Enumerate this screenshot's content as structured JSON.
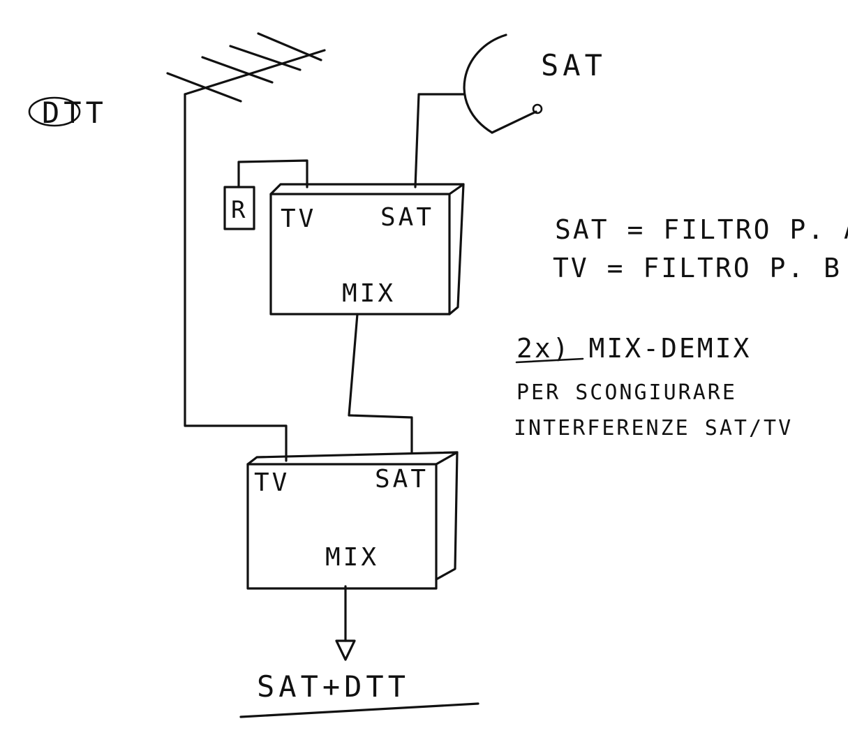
{
  "labels": {
    "dtt": "DTT",
    "sat": "SAT",
    "resistor": "R",
    "mix_top": {
      "tv": "TV",
      "sat": "SAT",
      "mix": "MIX"
    },
    "mix_bottom": {
      "tv": "TV",
      "sat": "SAT",
      "mix": "MIX"
    },
    "output": "SAT+DTT"
  },
  "notes": {
    "line1": "SAT = FILTRO P. A.",
    "line2": "TV = FILTRO P. B.",
    "line3": "2x) MIX-DEMIX",
    "line4": "PER SCONGIURARE",
    "line5": "INTERFERENZE SAT/TV"
  }
}
